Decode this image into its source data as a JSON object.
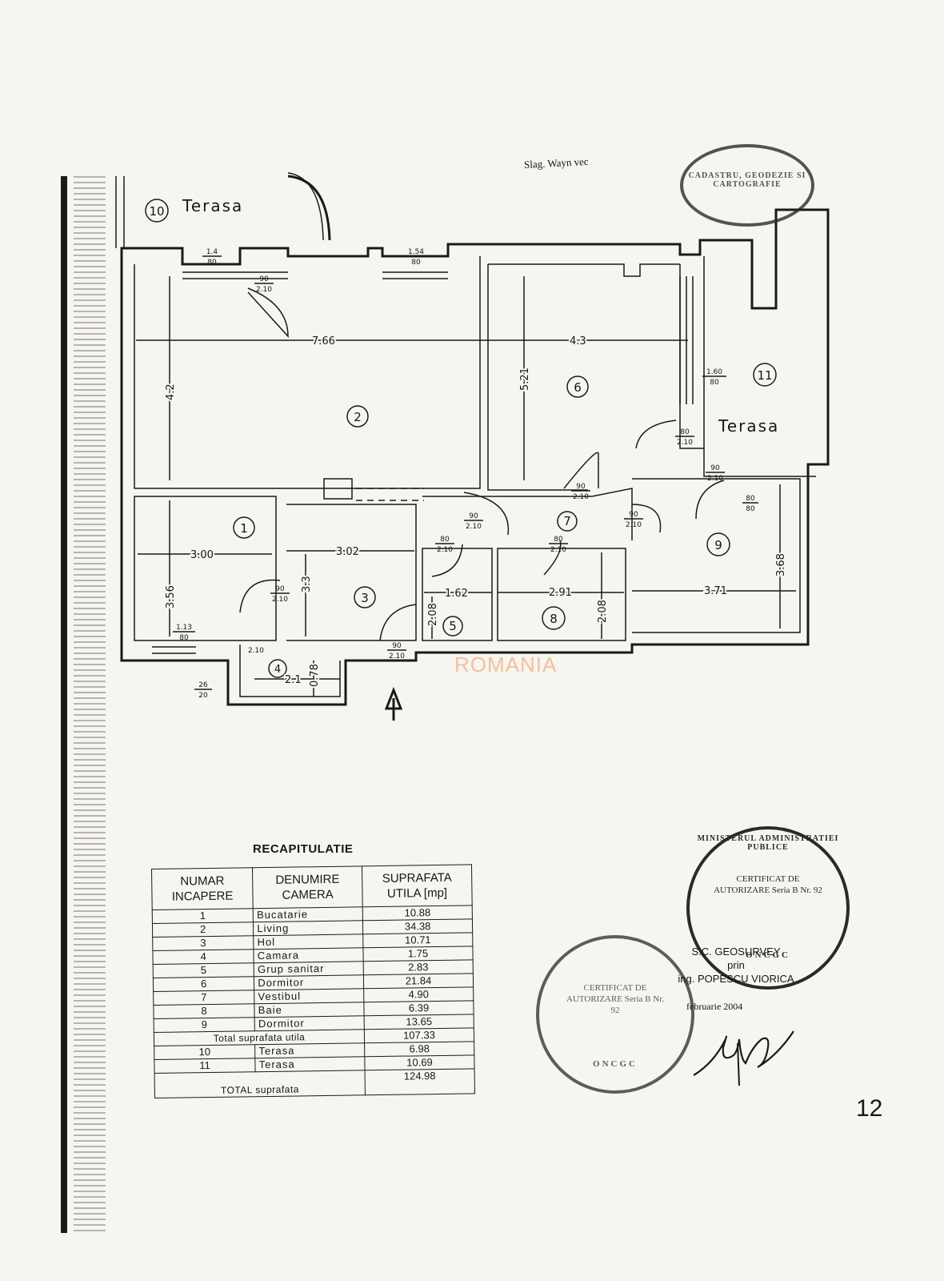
{
  "plan": {
    "rooms": [
      {
        "number": "1"
      },
      {
        "number": "2"
      },
      {
        "number": "3"
      },
      {
        "number": "4"
      },
      {
        "number": "5"
      },
      {
        "number": "6"
      },
      {
        "number": "7"
      },
      {
        "number": "8"
      },
      {
        "number": "9"
      },
      {
        "number": "10"
      },
      {
        "number": "11"
      }
    ],
    "terrace_label": "Terasa",
    "dimensions": {
      "d766": "7.66",
      "d43": "4.3",
      "d42": "4.2",
      "d521": "5.21",
      "d300": "3.00",
      "d302": "3.02",
      "d356": "3.56",
      "d33": "3.3",
      "d162": "1.62",
      "d291": "2.91",
      "d371": "3.71",
      "d368": "3.68",
      "d208a": "2.08",
      "d208b": "2.08",
      "d21": "2.1",
      "d078": "0.78"
    },
    "openings": {
      "w1_top": "1.4",
      "w1_bot": "80",
      "w2_top": "1.54",
      "w2_bot": "80",
      "w3_top": "1.60",
      "w3_bot": "80",
      "w4_top": "1.13",
      "w4_bot": "80",
      "w5_top": "26",
      "w5_bot": "20",
      "w6_top": "80",
      "w6_bot": "80",
      "door_w": "90",
      "door_h": "2.10",
      "door80_w": "80",
      "door80_h": "2.10"
    },
    "top_note": "Slag. Wayn vec"
  },
  "recap": {
    "title": "RECAPITULATIE",
    "headers": [
      "NUMAR INCAPERE",
      "DENUMIRE CAMERA",
      "SUPRAFATA UTILA [mp]"
    ],
    "rows": [
      {
        "num": "1",
        "name": "Bucatarie",
        "area": "10.88"
      },
      {
        "num": "2",
        "name": "Living",
        "area": "34.38"
      },
      {
        "num": "3",
        "name": "Hol",
        "area": "10.71"
      },
      {
        "num": "4",
        "name": "Camara",
        "area": "1.75"
      },
      {
        "num": "5",
        "name": "Grup sanitar",
        "area": "2.83"
      },
      {
        "num": "6",
        "name": "Dormitor",
        "area": "21.84"
      },
      {
        "num": "7",
        "name": "Vestibul",
        "area": "4.90"
      },
      {
        "num": "8",
        "name": "Baie",
        "area": "6.39"
      },
      {
        "num": "9",
        "name": "Dormitor",
        "area": "13.65"
      }
    ],
    "total_util_label": "Total suprafata utila",
    "total_util": "107.33",
    "terrace_rows": [
      {
        "num": "10",
        "name": "Terasa",
        "area": "6.98"
      },
      {
        "num": "11",
        "name": "Terasa",
        "area": "10.69"
      }
    ],
    "total_label": "TOTAL suprafata",
    "total": "124.98"
  },
  "stamps": {
    "ministry_ring": "MINISTERUL ADMINISTRATIEI PUBLICE",
    "certificate": "CERTIFICAT DE AUTORIZARE Seria B Nr. 92",
    "company": "S.C. GEOSURVEY",
    "prin": "prin",
    "engineer": "ing. POPESCU VIORICA",
    "oncgc": "ONCGC",
    "cadastre": "CADASTRU, GEODEZIE SI CARTOGRAFIE"
  },
  "date": "februarie 2004",
  "watermark": "ROMANIA",
  "page_number": "12"
}
